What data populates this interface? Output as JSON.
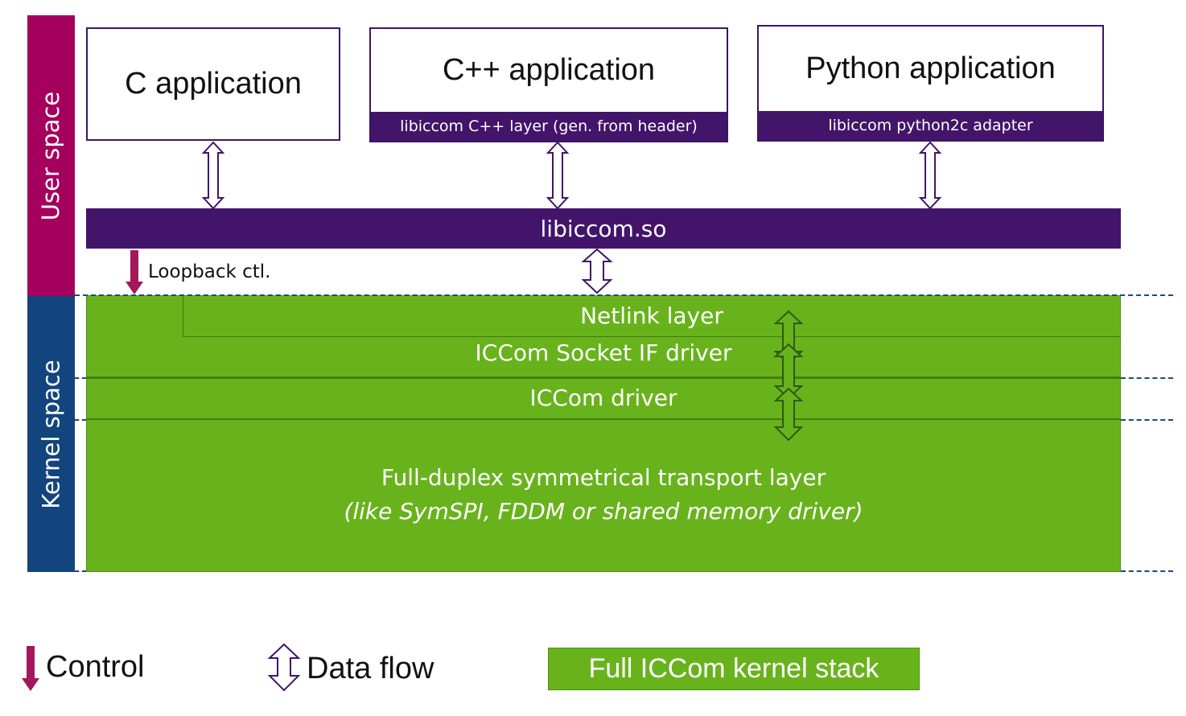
{
  "side_labels": {
    "user_space": "User space",
    "kernel_space": "Kernel space"
  },
  "apps": [
    {
      "title": "C application",
      "adapter": ""
    },
    {
      "title": "C++ application",
      "adapter": "libiccom C++ layer (gen. from header)"
    },
    {
      "title": "Python application",
      "adapter": "libiccom python2c adapter"
    }
  ],
  "library": "libiccom.so",
  "loopback_label": "Loopback ctl.",
  "kernel_layers": {
    "netlink": "Netlink layer",
    "socket_if": "ICCom Socket IF driver",
    "iccom_driver": "ICCom driver",
    "transport": "Full-duplex symmetrical transport layer",
    "transport_note": "(like SymSPI, FDDM or shared memory driver)"
  },
  "legend": {
    "control": "Control",
    "data_flow": "Data flow",
    "kernel_stack": "Full ICCom kernel stack"
  },
  "colors": {
    "user_space": "#a6005e",
    "kernel_space": "#12457d",
    "purple": "#42146a",
    "green": "#68b31c",
    "control_arrow": "#a3175b"
  }
}
